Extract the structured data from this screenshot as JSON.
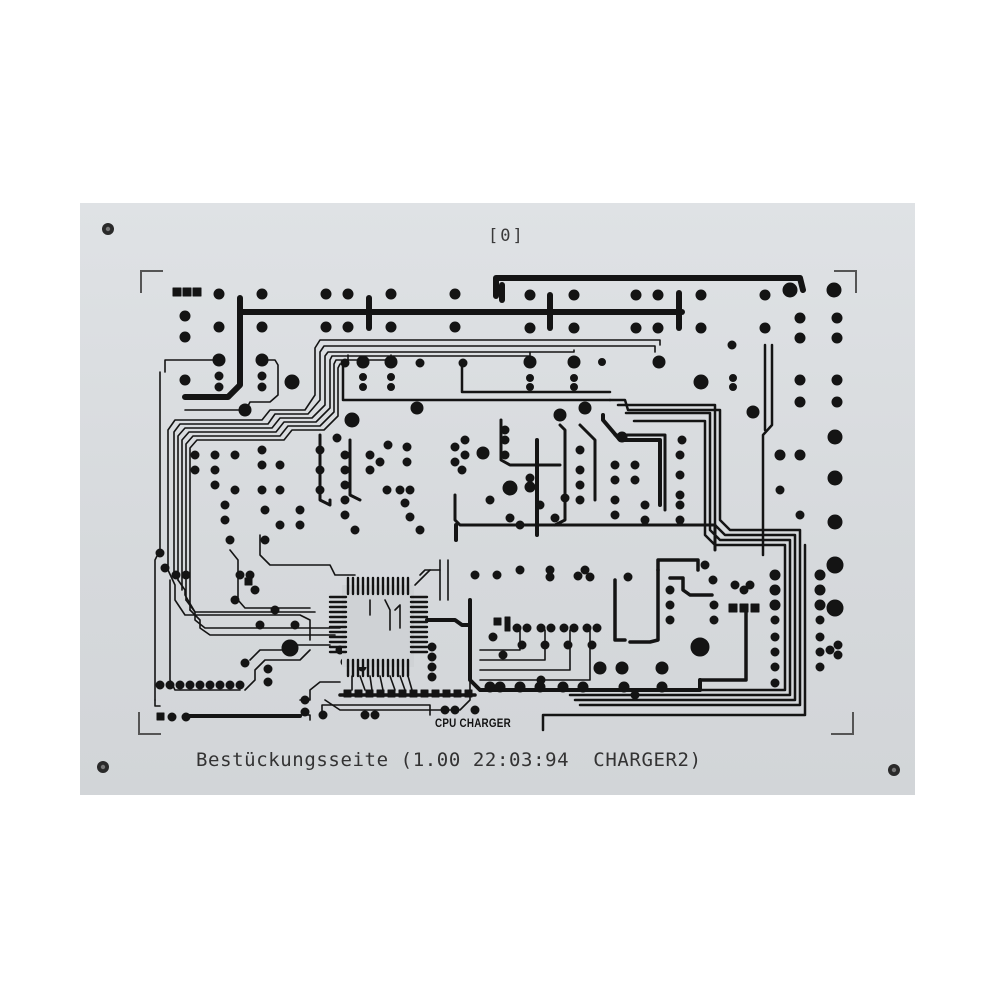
{
  "board": {
    "background": "#d9dcdf",
    "copper_color": "#141414",
    "top_marker": "[0]",
    "footer_text": "Bestückungsseite (1.00 22:03:94  CHARGER2)",
    "silkscreen_label": "CPU CHARGER"
  },
  "icons": {
    "mounting_holes": [
      "screw-top-left",
      "screw-bottom-left",
      "screw-bottom-right"
    ],
    "crop_marks": [
      "corner-top-left",
      "corner-top-right",
      "corner-bottom-left",
      "corner-bottom-right"
    ]
  }
}
